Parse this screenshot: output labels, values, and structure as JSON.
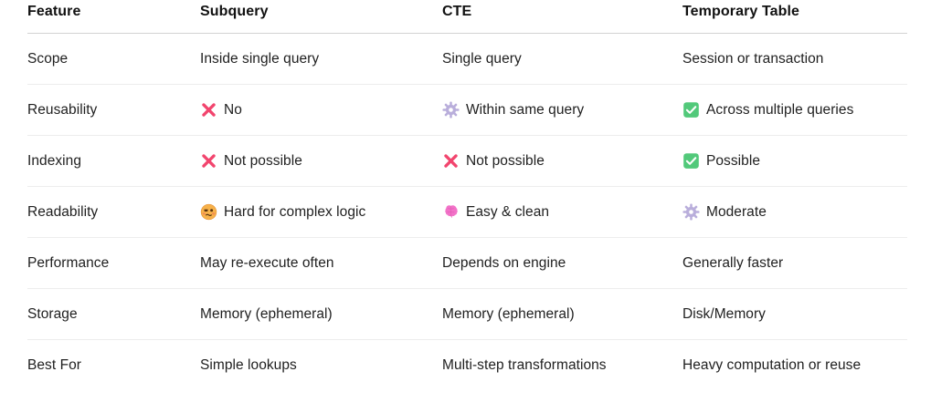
{
  "table": {
    "headers": [
      "Feature",
      "Subquery",
      "CTE",
      "Temporary Table"
    ],
    "rows": [
      {
        "feature": "Scope",
        "subquery": {
          "icon": "",
          "text": "Inside single query"
        },
        "cte": {
          "icon": "",
          "text": "Single query"
        },
        "temp": {
          "icon": "",
          "text": "Session or transaction"
        }
      },
      {
        "feature": "Reusability",
        "subquery": {
          "icon": "cross-mark-icon",
          "text": "No"
        },
        "cte": {
          "icon": "gear-icon",
          "text": "Within same query"
        },
        "temp": {
          "icon": "check-mark-box-icon",
          "text": "Across multiple queries"
        }
      },
      {
        "feature": "Indexing",
        "subquery": {
          "icon": "cross-mark-icon",
          "text": "Not possible"
        },
        "cte": {
          "icon": "cross-mark-icon",
          "text": "Not possible"
        },
        "temp": {
          "icon": "check-mark-box-icon",
          "text": "Possible"
        }
      },
      {
        "feature": "Readability",
        "subquery": {
          "icon": "woozy-face-icon",
          "text": "Hard for complex logic"
        },
        "cte": {
          "icon": "brain-icon",
          "text": "Easy & clean"
        },
        "temp": {
          "icon": "gear-icon",
          "text": "Moderate"
        }
      },
      {
        "feature": "Performance",
        "subquery": {
          "icon": "",
          "text": "May re-execute often"
        },
        "cte": {
          "icon": "",
          "text": "Depends on engine"
        },
        "temp": {
          "icon": "",
          "text": "Generally faster"
        }
      },
      {
        "feature": "Storage",
        "subquery": {
          "icon": "",
          "text": "Memory (ephemeral)"
        },
        "cte": {
          "icon": "",
          "text": "Memory (ephemeral)"
        },
        "temp": {
          "icon": "",
          "text": "Disk/Memory"
        }
      },
      {
        "feature": "Best For",
        "subquery": {
          "icon": "",
          "text": "Simple lookups"
        },
        "cte": {
          "icon": "",
          "text": "Multi-step transformations"
        },
        "temp": {
          "icon": "",
          "text": "Heavy computation or reuse"
        }
      }
    ]
  },
  "colors": {
    "cross_mark": "#F2456E",
    "check_box": "#52C97A",
    "gear": "#B9AEDB",
    "brain": "#F272C8",
    "face": "#F5A33C",
    "header_rule": "#d2d2d2",
    "row_rule": "#ededed",
    "text": "#1f1f1f"
  }
}
